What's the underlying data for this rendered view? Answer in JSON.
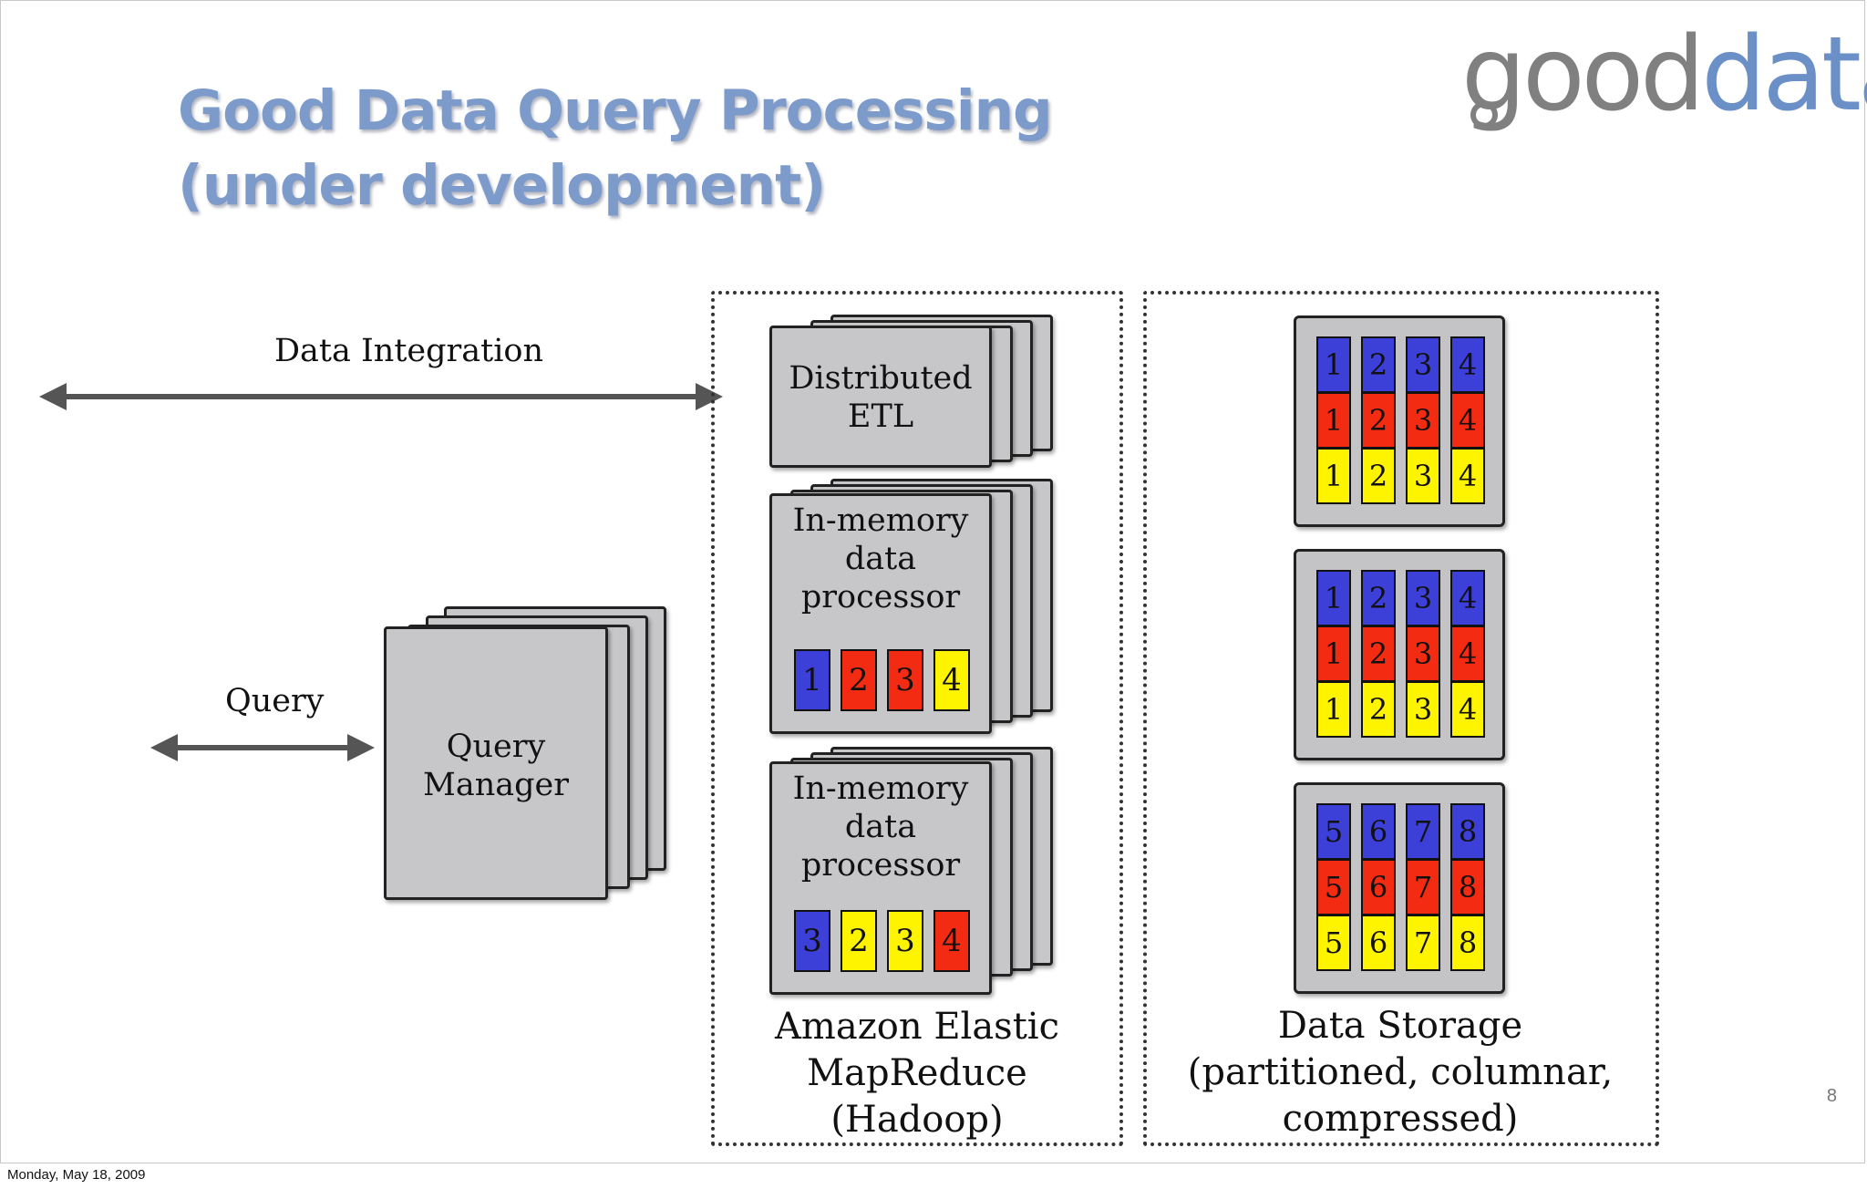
{
  "slide": {
    "title_line1": "Good Data Query Processing",
    "title_line2": "(under development)",
    "logo_part1": "good",
    "logo_part2": "data",
    "page_number": "8",
    "footer_date": "Monday, May 18, 2009"
  },
  "diagram": {
    "data_integration_label": "Data Integration",
    "query_label": "Query",
    "query_manager": [
      "Query",
      "Manager"
    ],
    "etl_box": [
      "Distributed",
      "ETL"
    ],
    "processors": [
      {
        "label": [
          "In-memory",
          "data processor"
        ],
        "cells": [
          {
            "n": "1",
            "c": "blue"
          },
          {
            "n": "2",
            "c": "red"
          },
          {
            "n": "3",
            "c": "red"
          },
          {
            "n": "4",
            "c": "yellow"
          }
        ]
      },
      {
        "label": [
          "In-memory",
          "data processor"
        ],
        "cells": [
          {
            "n": "3",
            "c": "blue"
          },
          {
            "n": "2",
            "c": "yellow"
          },
          {
            "n": "3",
            "c": "yellow"
          },
          {
            "n": "4",
            "c": "red"
          }
        ]
      }
    ],
    "emr_caption": [
      "Amazon Elastic",
      "MapReduce",
      "(Hadoop)"
    ],
    "storage_caption": [
      "Data Storage",
      "(partitioned, columnar,",
      "compressed)"
    ],
    "storage_blocks": [
      {
        "columns": [
          "1",
          "2",
          "3",
          "4"
        ]
      },
      {
        "columns": [
          "1",
          "2",
          "3",
          "4"
        ]
      },
      {
        "columns": [
          "5",
          "6",
          "7",
          "8"
        ]
      }
    ],
    "colors": {
      "blue": "#3d3fd9",
      "red": "#f22b12",
      "yellow": "#fff400",
      "box": "#c7c7c9",
      "title": "#7c9bcb",
      "logo_accent": "#6b8fc7"
    }
  }
}
